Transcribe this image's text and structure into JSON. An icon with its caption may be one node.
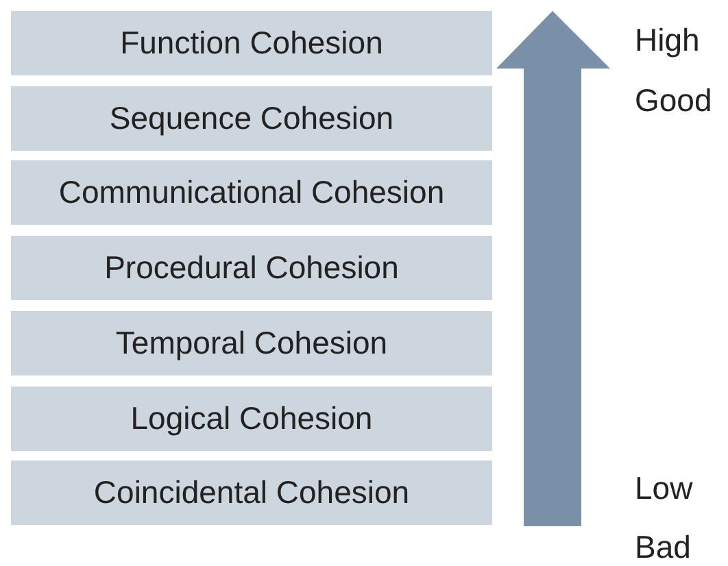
{
  "diagram": {
    "nodes": [
      {
        "text": [
          "Function Cohesion"
        ]
      },
      {
        "text": [
          "Sequence Cohesion"
        ]
      },
      {
        "text": [
          "Communicational Cohesion"
        ]
      },
      {
        "text": [
          "Procedural Cohesion"
        ]
      },
      {
        "text": [
          "Temporal Cohesion"
        ]
      },
      {
        "text": [
          "Logical Cohesion"
        ]
      },
      {
        "text": [
          "Coincidental Cohesion"
        ]
      }
    ],
    "labels": [
      "High",
      "Good",
      "Low",
      "Bad"
    ]
  }
}
